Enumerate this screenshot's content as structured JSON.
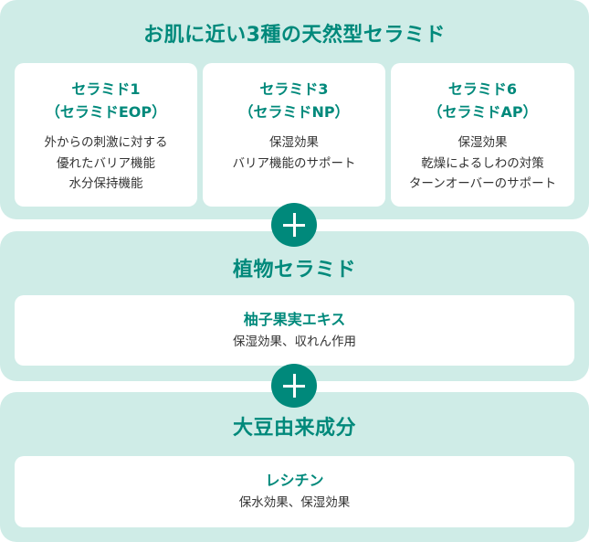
{
  "ceramides_panel": {
    "title": "お肌に近い3種の天然型セラミド",
    "cards": [
      {
        "heading_line1": "セラミド1",
        "heading_line2": "（セラミドEOP）",
        "body": [
          "外からの刺激に対する",
          "優れたバリア機能",
          "水分保持機能"
        ]
      },
      {
        "heading_line1": "セラミド3",
        "heading_line2": "（セラミドNP）",
        "body": [
          "保湿効果",
          "バリア機能のサポート"
        ]
      },
      {
        "heading_line1": "セラミド6",
        "heading_line2": "（セラミドAP）",
        "body": [
          "保湿効果",
          "乾燥によるしわの対策",
          "ターンオーバーのサポート"
        ]
      }
    ]
  },
  "plus_icons": [
    "plus-icon",
    "plus-icon"
  ],
  "plant_panel": {
    "title": "植物セラミド",
    "card": {
      "heading": "柚子果実エキス",
      "body": "保湿効果、収れん作用"
    }
  },
  "soy_panel": {
    "title": "大豆由来成分",
    "card": {
      "heading": "レシチン",
      "body": "保水効果、保湿効果"
    }
  },
  "colors": {
    "accent": "#00897b",
    "panel_bg": "#cfece7",
    "card_bg": "#ffffff",
    "body_text": "#333333"
  }
}
